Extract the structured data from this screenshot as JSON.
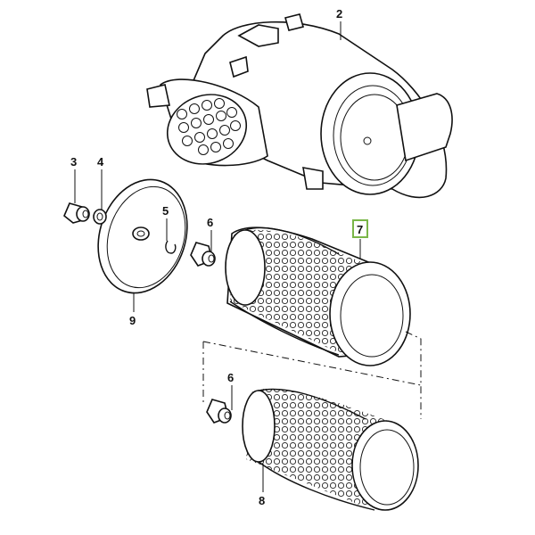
{
  "diagram": {
    "callouts": [
      {
        "id": "2",
        "label": "2"
      },
      {
        "id": "3",
        "label": "3"
      },
      {
        "id": "4",
        "label": "4"
      },
      {
        "id": "5",
        "label": "5"
      },
      {
        "id": "6a",
        "label": "6"
      },
      {
        "id": "6b",
        "label": "6"
      },
      {
        "id": "7",
        "label": "7",
        "highlighted": true
      },
      {
        "id": "8",
        "label": "8"
      },
      {
        "id": "9",
        "label": "9"
      }
    ],
    "highlight_color": "#7ab648"
  }
}
